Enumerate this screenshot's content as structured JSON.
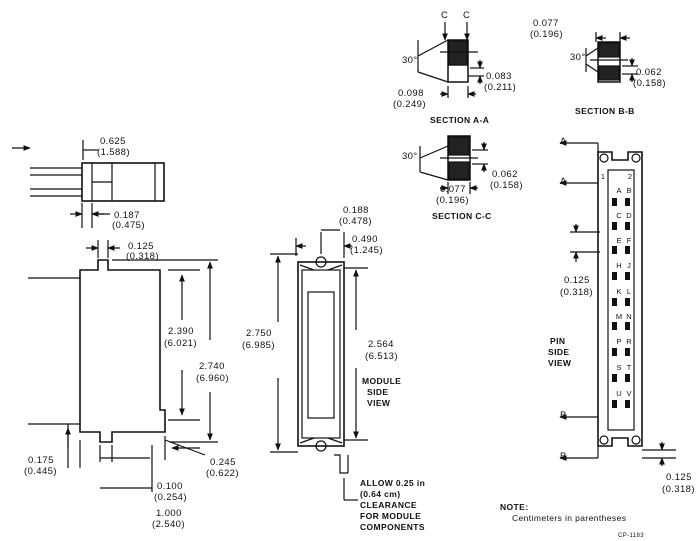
{
  "top_view": {
    "dim_0625": "0.625",
    "dim_0625_cm": "(1.588)"
  },
  "front_view": {
    "dim_0187": "0.187",
    "dim_0187_cm": "(0.475)",
    "dim_0125": "0.125",
    "dim_0125_cm": "(0.318)",
    "dim_2390": "2.390",
    "dim_2390_cm": "(6.021)",
    "dim_2740": "2.740",
    "dim_2740_cm": "(6.960)",
    "dim_0175": "0.175",
    "dim_0175_cm": "(0.445)",
    "dim_0245": "0.245",
    "dim_0245_cm": "(0.622)",
    "dim_0100": "0.100",
    "dim_0100_cm": "(0.254)",
    "dim_1000": "1.000",
    "dim_1000_cm": "(2.540)"
  },
  "module_side_view": {
    "dim_0188": "0.188",
    "dim_0188_cm": "(0.478)",
    "dim_0490": "0.490",
    "dim_0490_cm": "(1.245)",
    "dim_2750": "2.750",
    "dim_2750_cm": "(6.985)",
    "dim_2564": "2.564",
    "dim_2564_cm": "(6.513)",
    "label_1": "MODULE",
    "label_2": "SIDE",
    "label_3": "VIEW",
    "allow_1": "ALLOW 0.25 in",
    "allow_2": "(0.64 cm)",
    "allow_3": "CLEARANCE",
    "allow_4": "FOR MODULE",
    "allow_5": "COMPONENTS"
  },
  "section_aa": {
    "c_left": "C",
    "c_right": "C",
    "angle": "30°",
    "dim_0098": "0.098",
    "dim_0098_cm": "(0.249)",
    "dim_0083": "0.083",
    "dim_0083_cm": "(0.211)",
    "title": "SECTION A-A"
  },
  "section_bb": {
    "dim_0077": "0.077",
    "dim_0077_cm": "(0.196)",
    "angle": "30°",
    "dim_0062": "0.062",
    "dim_0062_cm": "(0.158)",
    "title": "SECTION B-B"
  },
  "section_cc": {
    "angle": "30°",
    "dim_0062": "0.062",
    "dim_0062_cm": "(0.158)",
    "dim_0077": "0.077",
    "dim_0077_cm": "(0.196)",
    "title": "SECTION C-C"
  },
  "pin_side_view": {
    "marker_a1": "A",
    "marker_a2": "A",
    "marker_b1": "B",
    "marker_b2": "B",
    "pin_1": "1",
    "pin_2": "2",
    "left_pins": [
      "A",
      "C",
      "E",
      "H",
      "K",
      "M",
      "P",
      "S",
      "U"
    ],
    "right_pins": [
      "B",
      "D",
      "F",
      "J",
      "L",
      "N",
      "R",
      "T",
      "V"
    ],
    "dim_0125_left": "0.125",
    "dim_0125_left_cm": "(0.318)",
    "label_1": "PIN",
    "label_2": "SIDE",
    "label_3": "VIEW",
    "dim_0125_right": "0.125",
    "dim_0125_right_cm": "(0.318)"
  },
  "notes": {
    "note_title": "NOTE:",
    "note_text": "Centimeters in parentheses",
    "drawing_id": "CP-1183"
  }
}
